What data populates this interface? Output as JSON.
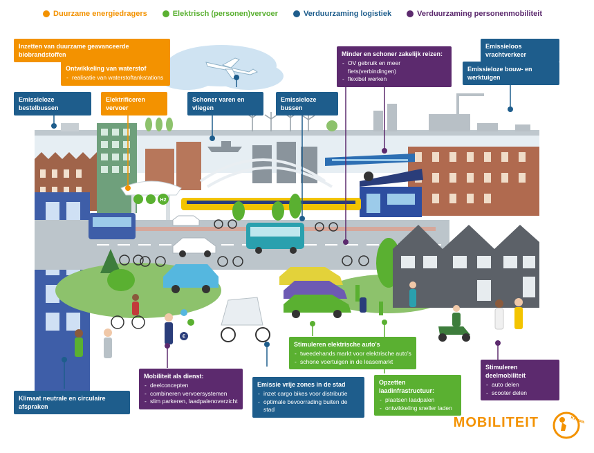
{
  "legend": [
    {
      "label": "Duurzame energiedragers",
      "color": "#f39200"
    },
    {
      "label": "Elektrisch (personen)vervoer",
      "color": "#5ab031"
    },
    {
      "label": "Verduurzaming logistiek",
      "color": "#1e5d8c"
    },
    {
      "label": "Verduurzaming personenmobiliteit",
      "color": "#5c2a6e"
    }
  ],
  "boxes": {
    "biobrand": {
      "title": "Inzetten van duurzame geavanceerde biobrandstoffen"
    },
    "waterstof": {
      "title": "Ontwikkeling van waterstof",
      "items": [
        "realisatie van waterstoftankstations"
      ]
    },
    "elektrificeren": {
      "title": "Elektrificeren vervoer"
    },
    "bestelbussen": {
      "title": "Emissieloze bestelbussen"
    },
    "varen": {
      "title": "Schoner varen en vliegen"
    },
    "bussen": {
      "title": "Emissieloze bussen"
    },
    "zakelijk": {
      "title": "Minder en schoner zakelijk reizen:",
      "items": [
        "OV gebruik en meer fiets(verbindingen)",
        "flexibel werken"
      ]
    },
    "vracht": {
      "title": "Emissieloos vrachtverkeer"
    },
    "bouw": {
      "title": "Emissieloze bouw- en werktuigen"
    },
    "elektrischeautos": {
      "title": "Stimuleren elektrische auto's",
      "items": [
        "tweedehands markt voor elektrische auto's",
        "schone voertuigen in de leasemarkt"
      ]
    },
    "laadinfra": {
      "title": "Opzetten laadinfrastructuur:",
      "items": [
        "plaatsen laadpalen",
        "ontwikkeling sneller laden"
      ]
    },
    "deelmobiliteit": {
      "title": "Stimuleren deelmobiliteit",
      "items": [
        "auto delen",
        "scooter delen"
      ]
    },
    "mobiliteitdienst": {
      "title": "Mobiliteit als dienst:",
      "items": [
        "deelconcepten",
        "combineren vervoersystemen",
        "slim parkeren, laadpalenoverzicht"
      ]
    },
    "emissievrij": {
      "title": "Emissie vrije zones in de stad",
      "items": [
        "inzet cargo bikes voor distributie",
        "optimale bevoorrading buiten de stad"
      ]
    },
    "klimaat": {
      "title": "Klimaat neutrale en circulaire afspraken"
    }
  },
  "scene": {
    "h2_label": "H2",
    "currency_symbol": "€"
  },
  "brand": {
    "title": "MOBILITEIT",
    "logo_text": "Klimaat-akkoord"
  }
}
